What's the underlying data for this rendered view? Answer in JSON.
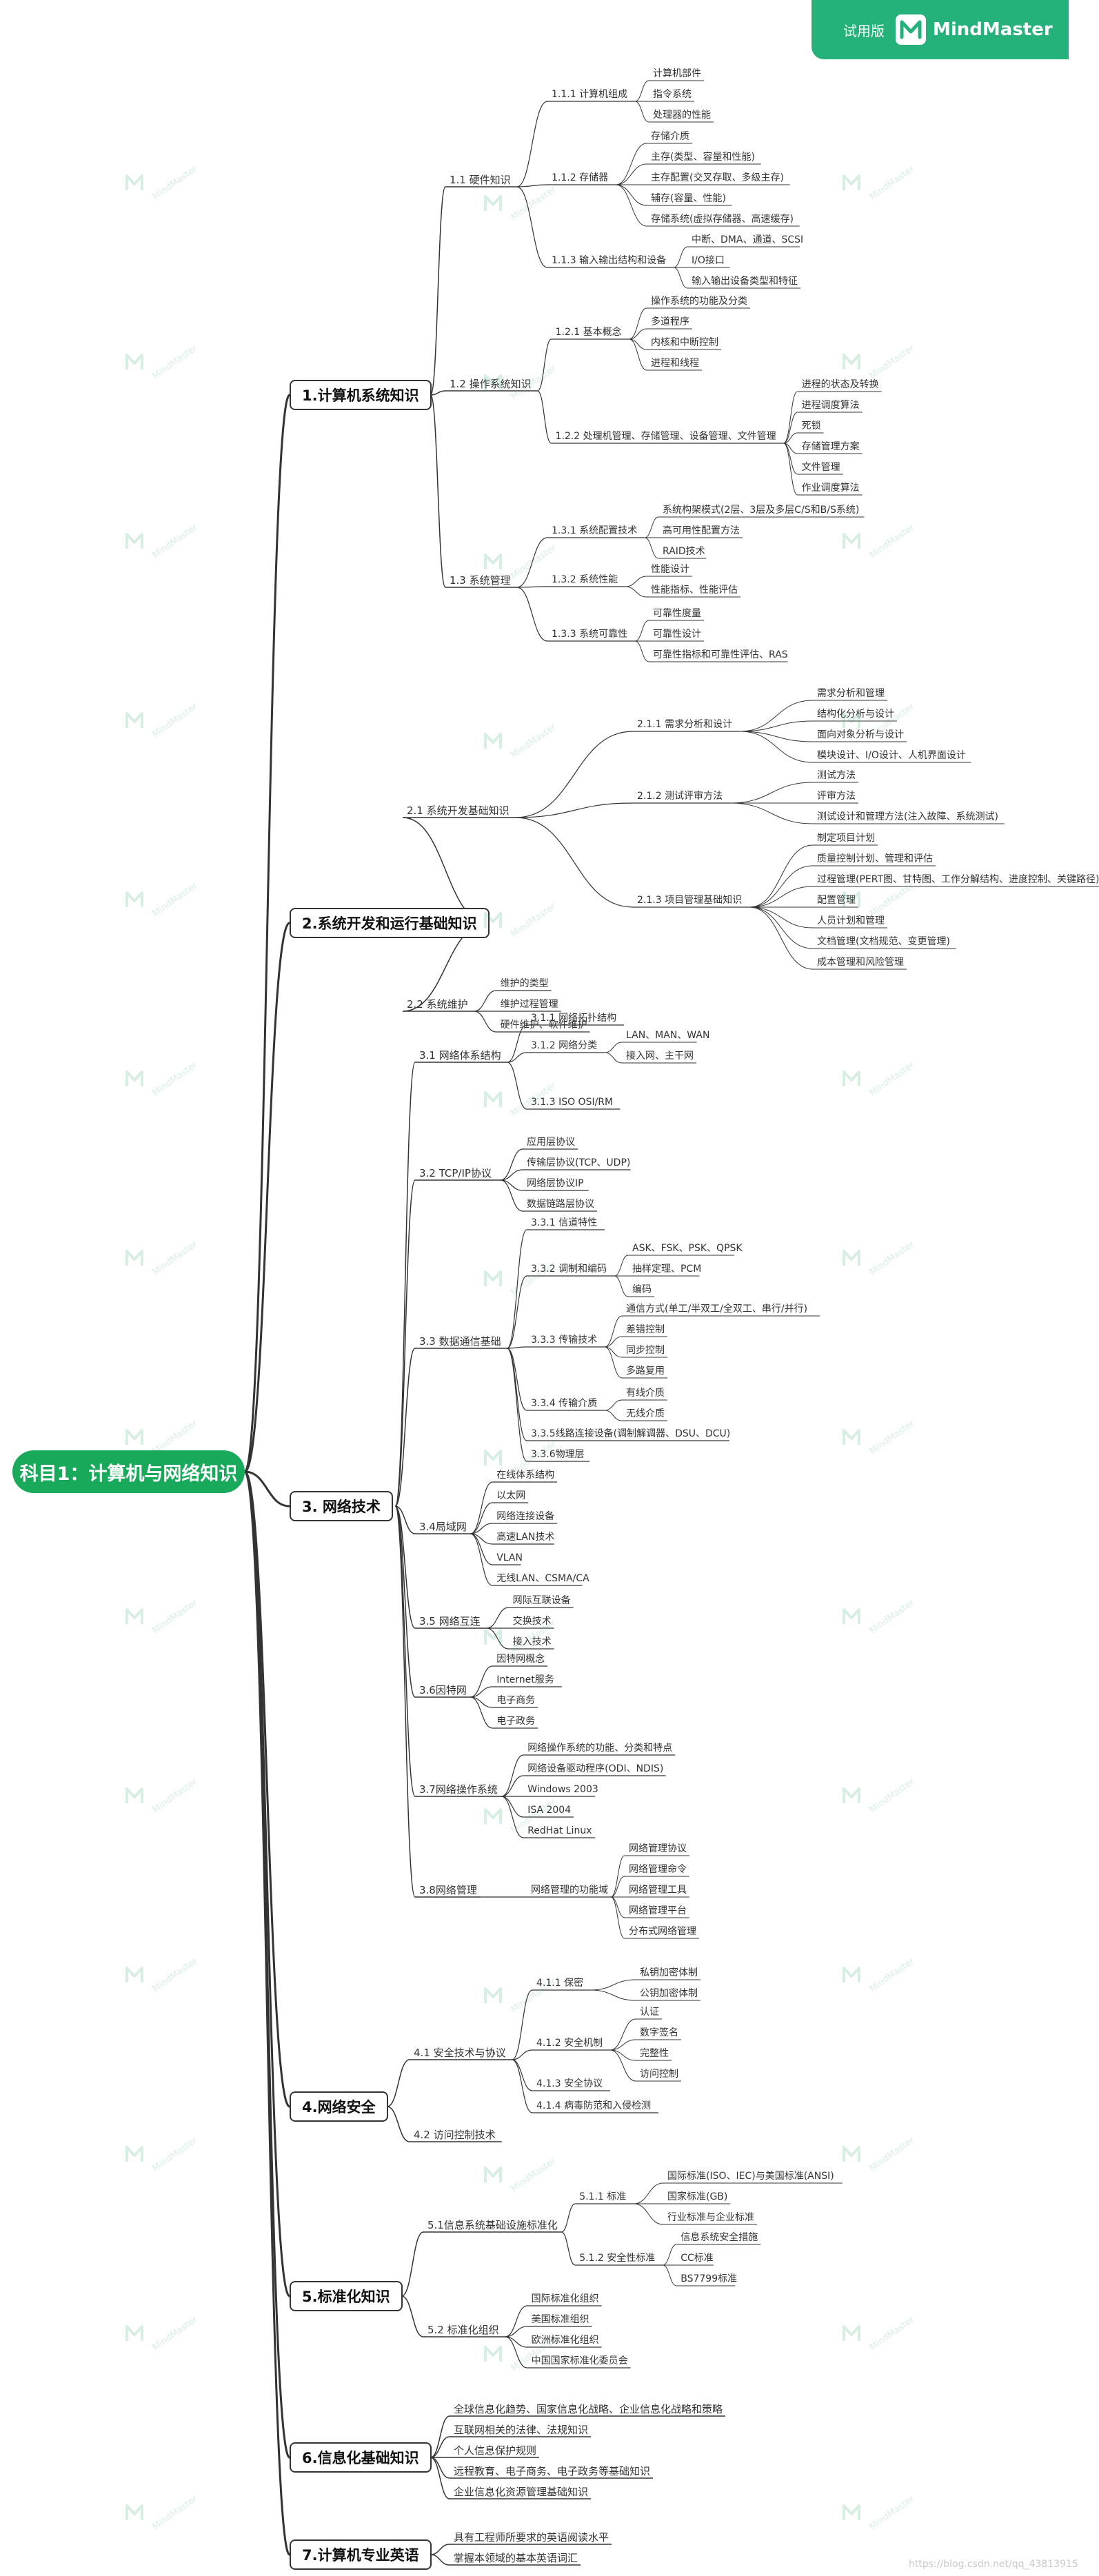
{
  "badge": {
    "trial_label": "试用版",
    "brand": "MindMaster",
    "accent": "#25b17a"
  },
  "root": {
    "label": "科目1：计算机与网络知识",
    "color": "#18a95a"
  },
  "edge_color": "#333333",
  "watermark_text": "MindMaster",
  "footer_text": "https://blog.csdn.net/qq_43813915",
  "topics": [
    {
      "label": "1.计算机系统知识",
      "children": [
        {
          "label": "1.1 硬件知识",
          "children": [
            {
              "label": "1.1.1 计算机组成",
              "children": [
                {
                  "label": "计算机部件"
                },
                {
                  "label": "指令系统"
                },
                {
                  "label": "处理器的性能"
                }
              ]
            },
            {
              "label": "1.1.2 存储器",
              "children": [
                {
                  "label": "存储介质"
                },
                {
                  "label": "主存(类型、容量和性能)"
                },
                {
                  "label": "主存配置(交叉存取、多级主存)"
                },
                {
                  "label": "辅存(容量、性能)"
                },
                {
                  "label": "存储系统(虚拟存储器、高速缓存)"
                }
              ]
            },
            {
              "label": "1.1.3 输入输出结构和设备",
              "children": [
                {
                  "label": "中断、DMA、通道、SCSI"
                },
                {
                  "label": "I/O接口"
                },
                {
                  "label": "输入输出设备类型和特征"
                }
              ]
            }
          ]
        },
        {
          "label": "1.2 操作系统知识",
          "children": [
            {
              "label": "1.2.1 基本概念",
              "children": [
                {
                  "label": "操作系统的功能及分类"
                },
                {
                  "label": "多道程序"
                },
                {
                  "label": "内核和中断控制"
                },
                {
                  "label": "进程和线程"
                }
              ]
            },
            {
              "label": "1.2.2 处理机管理、存储管理、设备管理、文件管理",
              "children": [
                {
                  "label": "进程的状态及转换"
                },
                {
                  "label": "进程调度算法"
                },
                {
                  "label": "死锁"
                },
                {
                  "label": "存储管理方案"
                },
                {
                  "label": "文件管理"
                },
                {
                  "label": "作业调度算法"
                }
              ]
            }
          ]
        },
        {
          "label": "1.3 系统管理",
          "children": [
            {
              "label": "1.3.1 系统配置技术",
              "children": [
                {
                  "label": "系统构架模式(2层、3层及多层C/S和B/S系统)"
                },
                {
                  "label": "高可用性配置方法"
                },
                {
                  "label": "RAID技术"
                }
              ]
            },
            {
              "label": "1.3.2 系统性能",
              "children": [
                {
                  "label": "性能设计"
                },
                {
                  "label": "性能指标、性能评估"
                }
              ]
            },
            {
              "label": "1.3.3 系统可靠性",
              "children": [
                {
                  "label": "可靠性度量"
                },
                {
                  "label": "可靠性设计"
                },
                {
                  "label": "可靠性指标和可靠性评估、RAS"
                }
              ]
            }
          ]
        }
      ]
    },
    {
      "label": "2.系统开发和运行基础知识",
      "children": [
        {
          "label": "2.1 系统开发基础知识",
          "children": [
            {
              "label": "2.1.1 需求分析和设计",
              "children": [
                {
                  "label": "需求分析和管理"
                },
                {
                  "label": "结构化分析与设计"
                },
                {
                  "label": "面向对象分析与设计"
                },
                {
                  "label": "模块设计、I/O设计、人机界面设计"
                }
              ]
            },
            {
              "label": "2.1.2 测试评审方法",
              "children": [
                {
                  "label": "测试方法"
                },
                {
                  "label": "评审方法"
                },
                {
                  "label": "测试设计和管理方法(注入故障、系统测试)"
                }
              ]
            },
            {
              "label": "2.1.3 项目管理基础知识",
              "children": [
                {
                  "label": "制定项目计划"
                },
                {
                  "label": "质量控制计划、管理和评估"
                },
                {
                  "label": "过程管理(PERT图、甘特图、工作分解结构、进度控制、关键路径)"
                },
                {
                  "label": "配置管理"
                },
                {
                  "label": "人员计划和管理"
                },
                {
                  "label": "文档管理(文档规范、变更管理)"
                },
                {
                  "label": "成本管理和风险管理"
                }
              ]
            }
          ]
        },
        {
          "label": "2.2 系统维护",
          "children": [
            {
              "label": "维护的类型"
            },
            {
              "label": "维护过程管理"
            },
            {
              "label": "硬件维护、软件维护"
            }
          ]
        }
      ]
    },
    {
      "label": "3. 网络技术",
      "children": [
        {
          "label": "3.1 网络体系结构",
          "children": [
            {
              "label": "3.1.1 网络拓扑结构"
            },
            {
              "label": "3.1.2 网络分类",
              "children": [
                {
                  "label": "LAN、MAN、WAN"
                },
                {
                  "label": "接入网、主干网"
                }
              ]
            },
            {
              "label": "3.1.3 ISO OSI/RM"
            }
          ]
        },
        {
          "label": "3.2 TCP/IP协议",
          "children": [
            {
              "label": "应用层协议"
            },
            {
              "label": "传输层协议(TCP、UDP)"
            },
            {
              "label": "网络层协议IP"
            },
            {
              "label": "数据链路层协议"
            }
          ]
        },
        {
          "label": "3.3 数据通信基础",
          "children": [
            {
              "label": "3.3.1 信道特性"
            },
            {
              "label": "3.3.2 调制和编码",
              "children": [
                {
                  "label": "ASK、FSK、PSK、QPSK"
                },
                {
                  "label": "抽样定理、PCM"
                },
                {
                  "label": "编码"
                }
              ]
            },
            {
              "label": "3.3.3 传输技术",
              "children": [
                {
                  "label": "通信方式(单工/半双工/全双工、串行/并行)"
                },
                {
                  "label": "差错控制"
                },
                {
                  "label": "同步控制"
                },
                {
                  "label": "多路复用"
                }
              ]
            },
            {
              "label": "3.3.4 传输介质",
              "children": [
                {
                  "label": "有线介质"
                },
                {
                  "label": "无线介质"
                }
              ]
            },
            {
              "label": "3.3.5线路连接设备(调制解调器、DSU、DCU)"
            },
            {
              "label": "3.3.6物理层"
            }
          ]
        },
        {
          "label": "3.4局域网",
          "children": [
            {
              "label": "在线体系结构"
            },
            {
              "label": "以太网"
            },
            {
              "label": "网络连接设备"
            },
            {
              "label": "高速LAN技术"
            },
            {
              "label": "VLAN"
            },
            {
              "label": "无线LAN、CSMA/CA"
            }
          ]
        },
        {
          "label": "3.5 网络互连",
          "children": [
            {
              "label": "网际互联设备"
            },
            {
              "label": "交换技术"
            },
            {
              "label": "接入技术"
            }
          ]
        },
        {
          "label": "3.6因特网",
          "children": [
            {
              "label": "因特网概念"
            },
            {
              "label": "Internet服务"
            },
            {
              "label": "电子商务"
            },
            {
              "label": "电子政务"
            }
          ]
        },
        {
          "label": "3.7网络操作系统",
          "children": [
            {
              "label": "网络操作系统的功能、分类和特点"
            },
            {
              "label": "网络设备驱动程序(ODI、NDIS)"
            },
            {
              "label": "Windows 2003"
            },
            {
              "label": "ISA 2004"
            },
            {
              "label": "RedHat Linux"
            }
          ]
        },
        {
          "label": "3.8网络管理",
          "children": [
            {
              "label": "网络管理的功能域",
              "children": [
                {
                  "label": "网络管理协议"
                },
                {
                  "label": "网络管理命令"
                },
                {
                  "label": "网络管理工具"
                },
                {
                  "label": "网络管理平台"
                },
                {
                  "label": "分布式网络管理"
                }
              ]
            }
          ]
        }
      ]
    },
    {
      "label": "4.网络安全",
      "children": [
        {
          "label": "4.1 安全技术与协议",
          "children": [
            {
              "label": "4.1.1 保密",
              "children": [
                {
                  "label": "私钥加密体制"
                },
                {
                  "label": "公钥加密体制"
                }
              ]
            },
            {
              "label": "4.1.2 安全机制",
              "children": [
                {
                  "label": "认证"
                },
                {
                  "label": "数字签名"
                },
                {
                  "label": "完整性"
                },
                {
                  "label": "访问控制"
                }
              ]
            },
            {
              "label": "4.1.3 安全协议"
            },
            {
              "label": "4.1.4 病毒防范和入侵检测"
            }
          ]
        },
        {
          "label": "4.2 访问控制技术"
        }
      ]
    },
    {
      "label": "5.标准化知识",
      "children": [
        {
          "label": "5.1信息系统基础设施标准化",
          "children": [
            {
              "label": "5.1.1 标准",
              "children": [
                {
                  "label": "国际标准(ISO、IEC)与美国标准(ANSI)"
                },
                {
                  "label": "国家标准(GB)"
                },
                {
                  "label": "行业标准与企业标准"
                }
              ]
            },
            {
              "label": "5.1.2 安全性标准",
              "children": [
                {
                  "label": "信息系统安全措施"
                },
                {
                  "label": "CC标准"
                },
                {
                  "label": "BS7799标准"
                }
              ]
            }
          ]
        },
        {
          "label": "5.2 标准化组织",
          "children": [
            {
              "label": "国际标准化组织"
            },
            {
              "label": "美国标准组织"
            },
            {
              "label": "欧洲标准化组织"
            },
            {
              "label": "中国国家标准化委员会"
            }
          ]
        }
      ]
    },
    {
      "label": "6.信息化基础知识",
      "children": [
        {
          "label": "全球信息化趋势、国家信息化战略、企业信息化战略和策略"
        },
        {
          "label": "互联网相关的法律、法规知识"
        },
        {
          "label": "个人信息保护规则"
        },
        {
          "label": "远程教育、电子商务、电子政务等基础知识"
        },
        {
          "label": "企业信息化资源管理基础知识"
        }
      ]
    },
    {
      "label": "7.计算机专业英语",
      "children": [
        {
          "label": "具有工程师所要求的英语阅读水平"
        },
        {
          "label": "掌握本领域的基本英语词汇"
        }
      ]
    }
  ]
}
